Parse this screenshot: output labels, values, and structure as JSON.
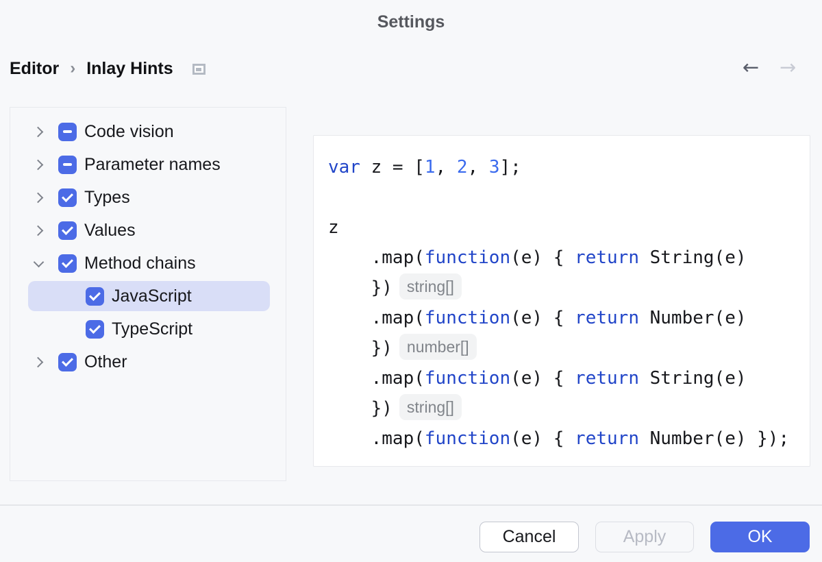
{
  "window": {
    "title": "Settings"
  },
  "breadcrumb": {
    "items": [
      "Editor",
      "Inlay Hints"
    ],
    "separator": "›"
  },
  "nav": {
    "back_arrow": "←",
    "forward_arrow": "→"
  },
  "tree": {
    "items": [
      {
        "label": "Code vision",
        "level": "top",
        "chevron": "right",
        "state": "indeterminate",
        "selected": false
      },
      {
        "label": "Parameter names",
        "level": "top",
        "chevron": "right",
        "state": "indeterminate",
        "selected": false
      },
      {
        "label": "Types",
        "level": "top",
        "chevron": "right",
        "state": "checked",
        "selected": false
      },
      {
        "label": "Values",
        "level": "top",
        "chevron": "right",
        "state": "checked",
        "selected": false
      },
      {
        "label": "Method chains",
        "level": "top",
        "chevron": "down",
        "state": "checked",
        "selected": false
      },
      {
        "label": "JavaScript",
        "level": "child",
        "chevron": "none",
        "state": "checked",
        "selected": true
      },
      {
        "label": "TypeScript",
        "level": "child",
        "chevron": "none",
        "state": "checked",
        "selected": false
      },
      {
        "label": "Other",
        "level": "top",
        "chevron": "right",
        "state": "checked",
        "selected": false
      }
    ]
  },
  "preview": {
    "lines": [
      [
        {
          "k": "kw",
          "t": "var"
        },
        {
          "k": "pl",
          "t": " z = ["
        },
        {
          "k": "num",
          "t": "1"
        },
        {
          "k": "pl",
          "t": ", "
        },
        {
          "k": "num",
          "t": "2"
        },
        {
          "k": "pl",
          "t": ", "
        },
        {
          "k": "num",
          "t": "3"
        },
        {
          "k": "pl",
          "t": "];"
        }
      ],
      [],
      [
        {
          "k": "pl",
          "t": "z"
        }
      ],
      [
        {
          "k": "pl",
          "t": "    .map("
        },
        {
          "k": "kw",
          "t": "function"
        },
        {
          "k": "pl",
          "t": "(e) { "
        },
        {
          "k": "kw",
          "t": "return"
        },
        {
          "k": "pl",
          "t": " String(e)"
        }
      ],
      [
        {
          "k": "pl",
          "t": "    })"
        },
        {
          "k": "hint",
          "t": "string[]"
        }
      ],
      [
        {
          "k": "pl",
          "t": "    .map("
        },
        {
          "k": "kw",
          "t": "function"
        },
        {
          "k": "pl",
          "t": "(e) { "
        },
        {
          "k": "kw",
          "t": "return"
        },
        {
          "k": "pl",
          "t": " Number(e)"
        }
      ],
      [
        {
          "k": "pl",
          "t": "    })"
        },
        {
          "k": "hint",
          "t": "number[]"
        }
      ],
      [
        {
          "k": "pl",
          "t": "    .map("
        },
        {
          "k": "kw",
          "t": "function"
        },
        {
          "k": "pl",
          "t": "(e) { "
        },
        {
          "k": "kw",
          "t": "return"
        },
        {
          "k": "pl",
          "t": " String(e)"
        }
      ],
      [
        {
          "k": "pl",
          "t": "    })"
        },
        {
          "k": "hint",
          "t": "string[]"
        }
      ],
      [
        {
          "k": "pl",
          "t": "    .map("
        },
        {
          "k": "kw",
          "t": "function"
        },
        {
          "k": "pl",
          "t": "(e) { "
        },
        {
          "k": "kw",
          "t": "return"
        },
        {
          "k": "pl",
          "t": " Number(e) });"
        }
      ]
    ]
  },
  "buttons": {
    "cancel": "Cancel",
    "apply": "Apply",
    "ok": "OK"
  },
  "colors": {
    "accent": "#4C6BE6",
    "selection": "#D9DEF7",
    "keyword": "#2145C8",
    "number": "#3B6BEE",
    "hint_bg": "#F2F3F4",
    "hint_text": "#80848A"
  }
}
